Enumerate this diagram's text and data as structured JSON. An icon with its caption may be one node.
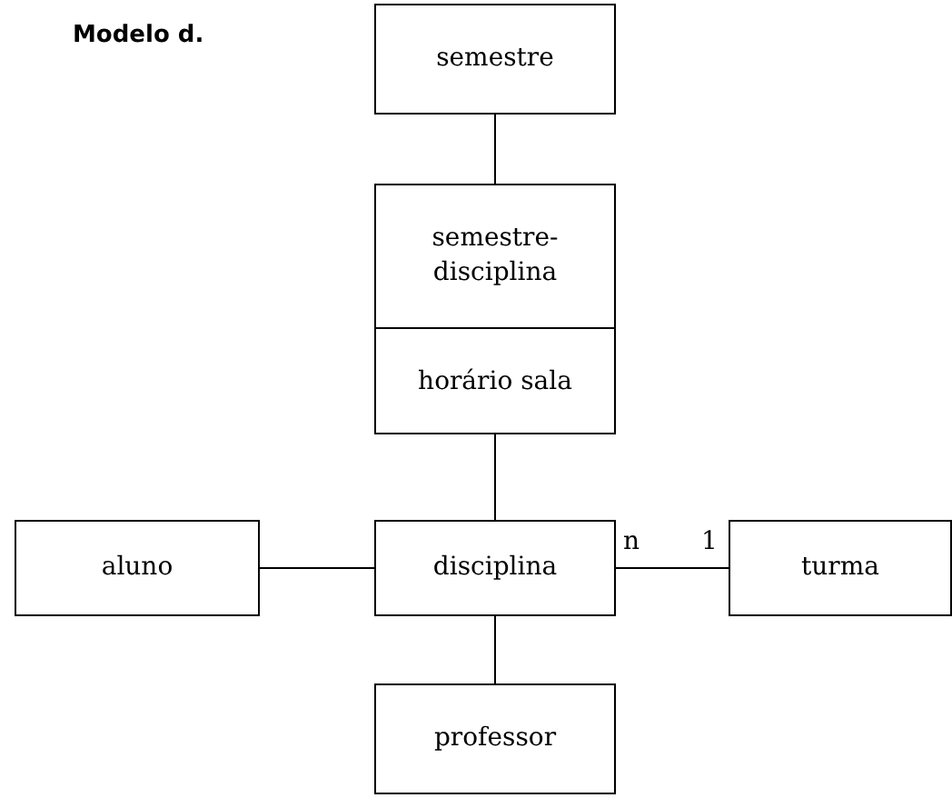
{
  "diagram": {
    "title": "Modelo d.",
    "nodes": [
      {
        "text": [
          "semestre"
        ]
      },
      {
        "text": [
          "semestre-disciplina",
          "horário sala"
        ]
      },
      {
        "text": [
          "aluno"
        ]
      },
      {
        "text": [
          "disciplina"
        ]
      },
      {
        "text": [
          "turma"
        ]
      },
      {
        "text": [
          "professor"
        ]
      }
    ],
    "edges": [
      {
        "from": 0,
        "to": 1,
        "arrow": "none"
      },
      {
        "from": 1,
        "to": 3,
        "arrow": "none"
      },
      {
        "from": 2,
        "to": 3,
        "arrow": "none"
      },
      {
        "from": 3,
        "to": 4,
        "arrow": "none"
      },
      {
        "from": 3,
        "to": 5,
        "arrow": "none"
      }
    ],
    "labels": [
      "n",
      "1"
    ]
  }
}
